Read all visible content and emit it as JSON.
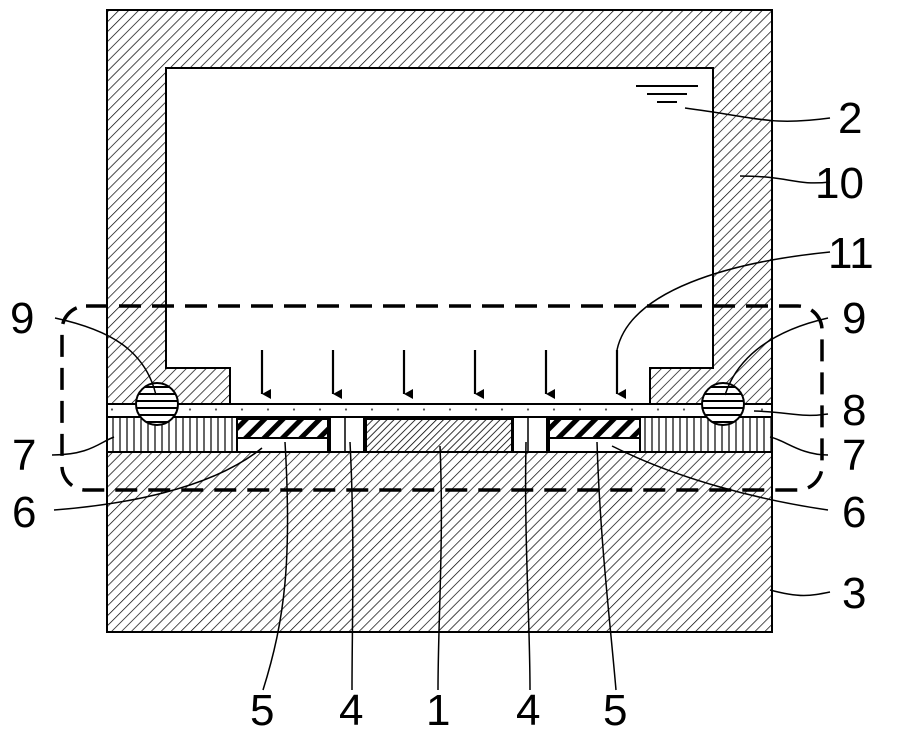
{
  "labels": {
    "water": "2",
    "tank_wall": "10",
    "pressure_arrows": "11",
    "seal_ring_left": "9",
    "seal_ring_right": "9",
    "membrane_layer": "8",
    "spacer_left": "7",
    "spacer_right": "7",
    "adhesive_left": "6",
    "adhesive_right": "6",
    "base": "3",
    "element_left": "5",
    "column_left": "4",
    "center_chip": "1",
    "column_right": "4",
    "element_right": "5"
  },
  "colors": {
    "line": "#000000",
    "background": "#ffffff",
    "membrane_dots": "#555555"
  }
}
